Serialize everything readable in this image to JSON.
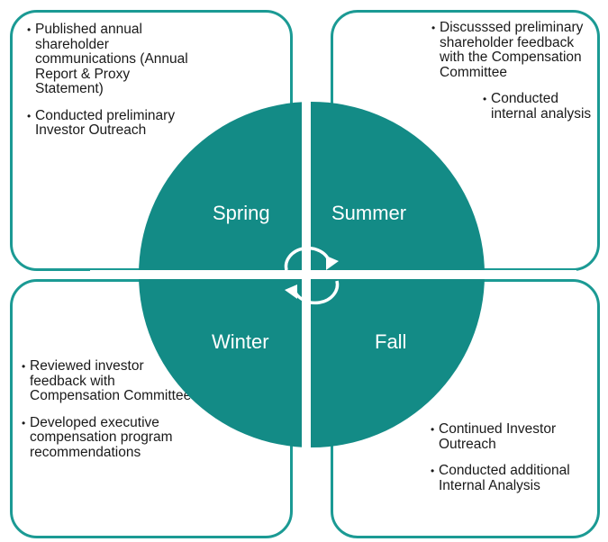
{
  "quadrants": {
    "spring": {
      "label": "Spring",
      "bullets": [
        "Published annual shareholder communications (Annual Report & Proxy Statement)",
        "Conducted preliminary Investor Outreach"
      ]
    },
    "summer": {
      "label": "Summer",
      "bullets": [
        "Discusssed preliminary shareholder feedback with the Compensation Committee",
        "Conducted internal analysis"
      ]
    },
    "winter": {
      "label": "Winter",
      "bullets": [
        "Reviewed investor feedback with Compensation Committee",
        "Developed executive compensation program recommendations"
      ]
    },
    "fall": {
      "label": "Fall",
      "bullets": [
        "Continued Investor Outreach",
        "Conducted additional Internal Analysis"
      ]
    }
  },
  "colors": {
    "teal": "#138b86",
    "border": "#1b9a94",
    "label_text": "#ffffff"
  },
  "icons": {
    "center": "cycle-arrows-icon"
  }
}
